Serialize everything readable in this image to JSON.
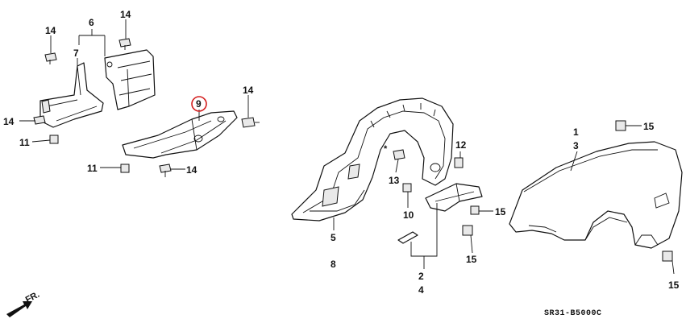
{
  "callouts": {
    "c14a": "14",
    "c6": "6",
    "c14b": "14",
    "c7": "7",
    "c14c": "14",
    "c11a": "11",
    "c9": "9",
    "c14d": "14",
    "c11b": "11",
    "c14e": "14",
    "c5": "5",
    "c8": "8",
    "c13": "13",
    "c10": "10",
    "c12": "12",
    "c2": "2",
    "c4": "4",
    "c15a": "15",
    "c15b": "15",
    "c1": "1",
    "c3": "3",
    "c15c": "15",
    "c15d": "15"
  },
  "direction_label": "FR.",
  "asterisk": "*",
  "diagram_code": "SR31-B5000C",
  "colors": {
    "line": "#111111",
    "highlight": "#d42020",
    "background": "#ffffff"
  }
}
